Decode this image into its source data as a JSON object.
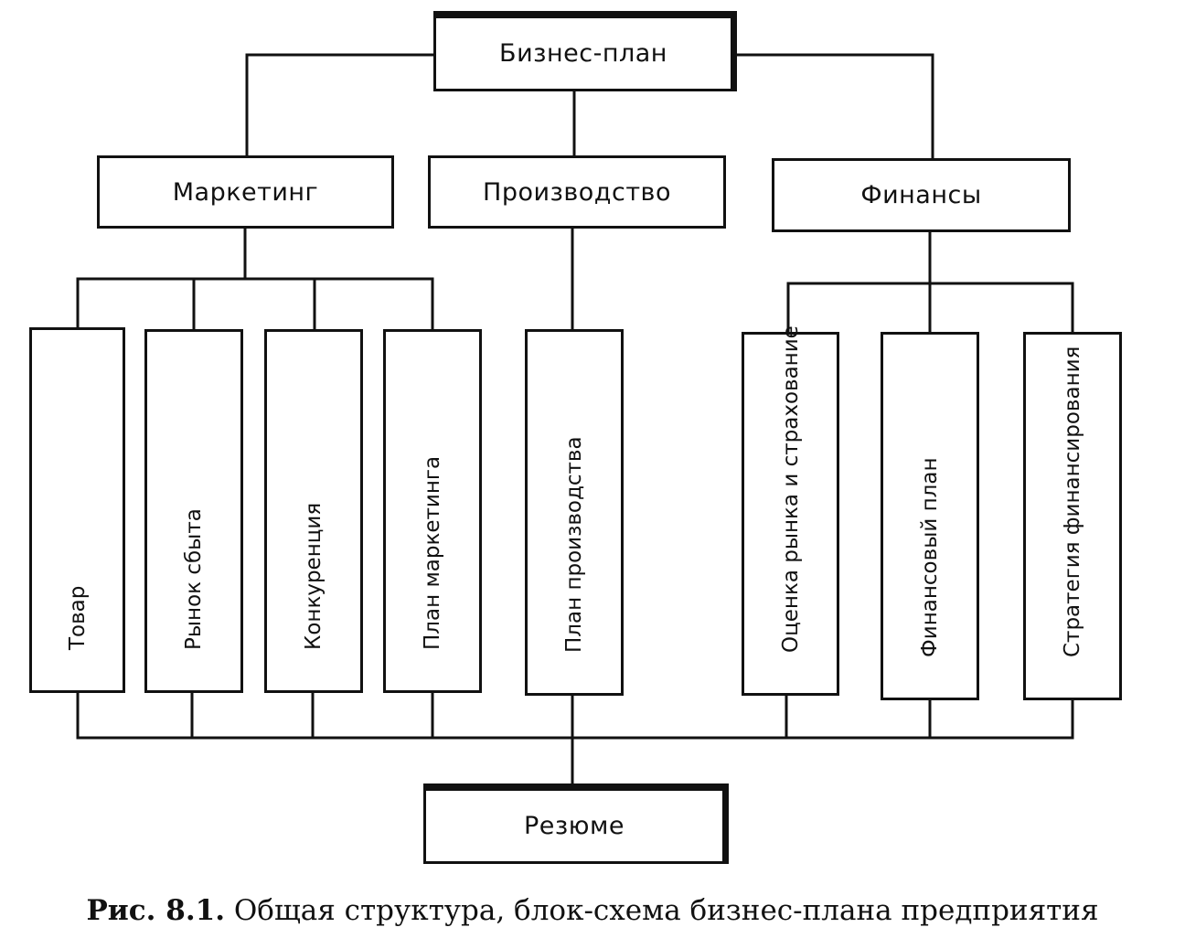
{
  "top": {
    "label": "Бизнес-план"
  },
  "sections": [
    {
      "label": "Маркетинг"
    },
    {
      "label": "Производство"
    },
    {
      "label": "Финансы"
    }
  ],
  "items": [
    {
      "label": "Товар"
    },
    {
      "label": "Рынок сбыта"
    },
    {
      "label": "Конкуренция"
    },
    {
      "label": "План маркетинга"
    },
    {
      "label": "План производства"
    },
    {
      "label": "Оценка рынка и страхование"
    },
    {
      "label": "Финансовый план"
    },
    {
      "label": "Стратегия финансирования"
    }
  ],
  "bottom": {
    "label": "Резюме"
  },
  "caption": {
    "number": "Рис. 8.1.",
    "text": "Общая структура, блок-схема бизнес-плана предприятия"
  }
}
